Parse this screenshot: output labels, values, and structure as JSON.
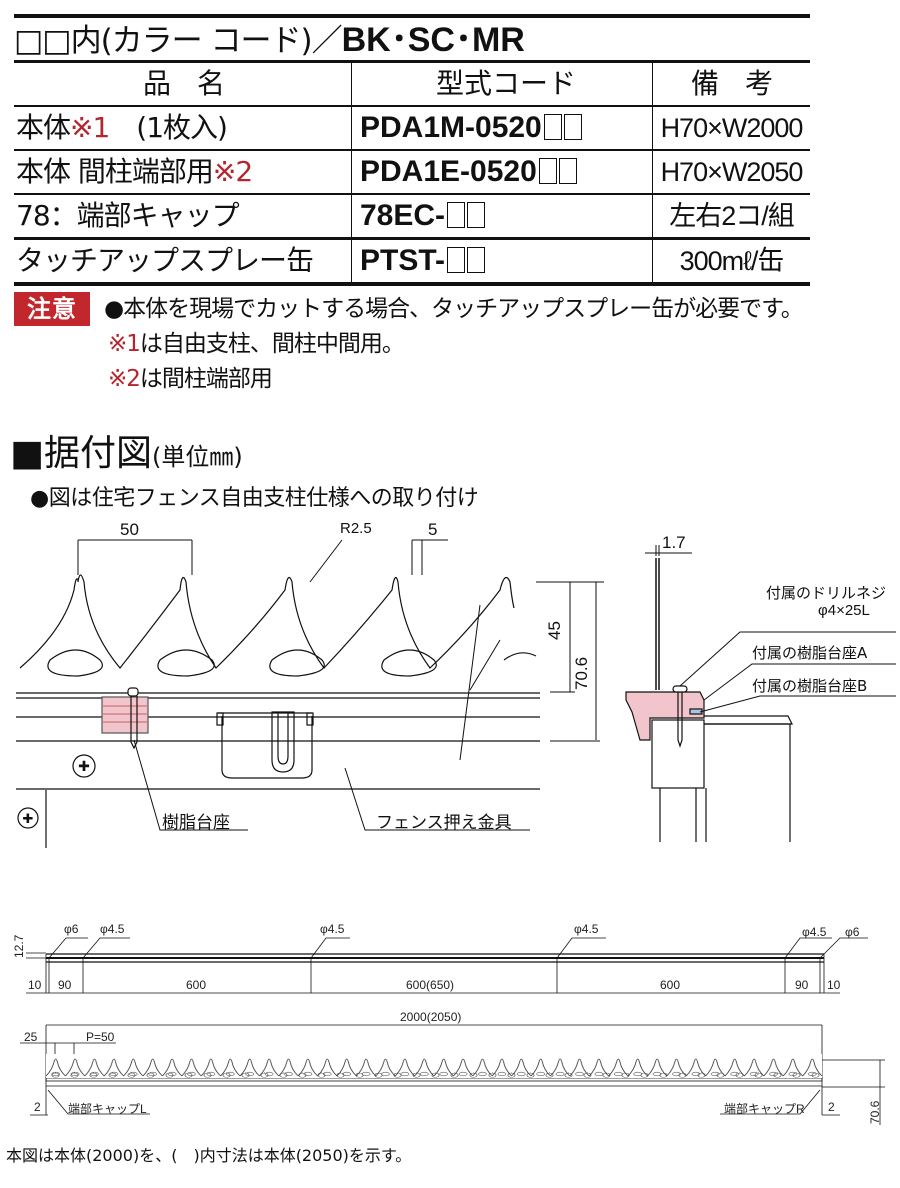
{
  "table": {
    "title_prefix": "□□内(カラー コード)／",
    "title_codes": "BK･SC･MR",
    "headers": {
      "name": "品　名",
      "code": "型式コード",
      "remarks": "備　考"
    },
    "rows": [
      {
        "name": "本体",
        "name_mark": "※1",
        "name_suffix": "　(1枚入)",
        "code": "PDA1M-0520",
        "remarks": "H70×W2000"
      },
      {
        "name": "本体 間柱端部用",
        "name_mark": "※2",
        "name_suffix": "",
        "code": "PDA1E-0520",
        "remarks": "H70×W2050"
      },
      {
        "name": "78：端部キャップ",
        "name_mark": "",
        "name_suffix": "",
        "code": "78EC-",
        "remarks": "左右2コ/組"
      },
      {
        "name": "タッチアップスプレー缶",
        "name_mark": "",
        "name_suffix": "",
        "code": "PTST-",
        "remarks": "300mℓ/缶"
      }
    ]
  },
  "notice": {
    "badge": "注意",
    "line1": "●本体を現場でカットする場合、タッチアップスプレー缶が必要です。",
    "line2_mark": "※1",
    "line2_text": "は自由支柱、間柱中間用。",
    "line3_mark": "※2",
    "line3_text": "は間柱端部用"
  },
  "section": {
    "title": "■据付図",
    "unit": "(単位㎜)",
    "subtitle": "●図は住宅フェンス自由支柱仕様への取り付け"
  },
  "front_view": {
    "dim_pitch": "50",
    "dim_radius": "R2.5",
    "dim_tip": "5",
    "dim_spike_height": "45",
    "dim_total_height": "70.6",
    "label_resin_base": "樹脂台座",
    "label_fence_clamp": "フェンス押え金具"
  },
  "side_view": {
    "dim_thickness": "1.7",
    "label_screw_line1": "付属のドリルネジ",
    "label_screw_line2": "φ4×25L",
    "label_base_a": "付属の樹脂台座A",
    "label_base_b": "付属の樹脂台座B"
  },
  "plan_view": {
    "dim_height": "12.7",
    "holes": [
      "φ6",
      "φ4.5",
      "φ4.5",
      "φ4.5",
      "φ4.5",
      "φ6"
    ],
    "dims": [
      "10",
      "90",
      "600",
      "600(650)",
      "600",
      "90",
      "10"
    ]
  },
  "elevation_view": {
    "dim_total_length": "2000(2050)",
    "dim_offset": "25",
    "dim_pitch": "P=50",
    "dim_cap": "2",
    "label_cap_left": "端部キャップL",
    "label_cap_right": "端部キャップR",
    "dim_cap_right": "2",
    "dim_height": "70.6"
  },
  "footnote": "本図は本体(2000)を、(　)内寸法は本体(2050)を示す。"
}
